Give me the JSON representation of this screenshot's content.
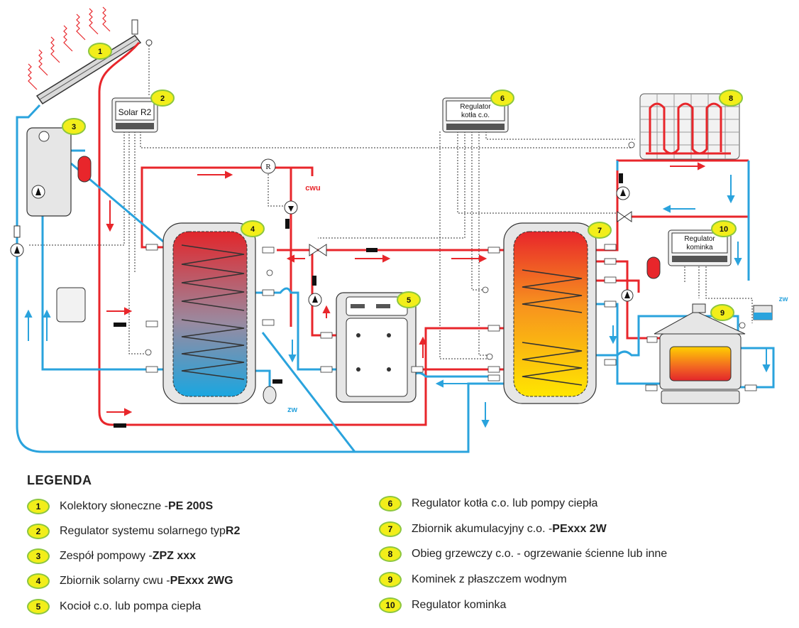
{
  "badges": [
    "1",
    "2",
    "3",
    "4",
    "5",
    "6",
    "7",
    "8",
    "9",
    "10"
  ],
  "controllers": {
    "solar": "Solar R2",
    "boiler_line1": "Regulator",
    "boiler_line2": "kotła c.o.",
    "fireplace_line1": "Regulator",
    "fireplace_line2": "kominka"
  },
  "labels": {
    "cwu": "cwu",
    "zw1": "zw",
    "zw2": "zw",
    "r": "R"
  },
  "legend": {
    "title": "LEGENDA",
    "items": [
      {
        "num": "1",
        "text": "Kolektory słoneczne - ",
        "bold": "PE 200S"
      },
      {
        "num": "2",
        "text": "Regulator systemu solarnego typ ",
        "bold": "R2"
      },
      {
        "num": "3",
        "text": "Zespół pompowy - ",
        "bold": "ZPZ xxx"
      },
      {
        "num": "4",
        "text": "Zbiornik solarny cwu - ",
        "bold": "PExxx 2WG"
      },
      {
        "num": "5",
        "text": "Kocioł c.o. lub pompa ciepła",
        "bold": ""
      },
      {
        "num": "6",
        "text": "Regulator kotła c.o. lub pompy ciepła",
        "bold": ""
      },
      {
        "num": "7",
        "text": "Zbiornik akumulacyjny c.o. - ",
        "bold": "PExxx 2W"
      },
      {
        "num": "8",
        "text": "Obieg grzewczy c.o. - ogrzewanie ścienne lub inne",
        "bold": ""
      },
      {
        "num": "9",
        "text": "Kominek z płaszczem wodnym",
        "bold": ""
      },
      {
        "num": "10",
        "text": "Regulator kominka",
        "bold": ""
      }
    ]
  },
  "colors": {
    "hot": "#e8262b",
    "cold": "#2aa3dd",
    "badge_fill": "#f2ee1a",
    "badge_border": "#8cc63f",
    "tank_shell": "#e6e6e6"
  }
}
